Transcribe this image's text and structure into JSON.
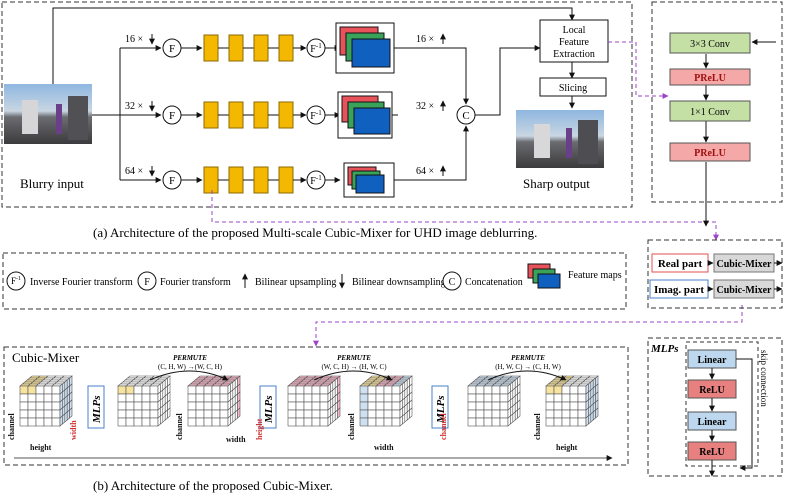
{
  "top": {
    "scales": [
      {
        "down": "16 ×",
        "up": "16 ×"
      },
      {
        "down": "32 ×",
        "up": "32 ×"
      },
      {
        "down": "64 ×",
        "up": "64 ×"
      }
    ],
    "fft": "F",
    "ifft": "F",
    "ifft_sup": "-1",
    "concat": "C",
    "local_feature": [
      "Local",
      "Feature",
      "Extraction"
    ],
    "slicing": "Slicing",
    "blurry_input": "Blurry input",
    "sharp_output": "Sharp output",
    "caption": "(a) Architecture of the proposed Multi-scale Cubic-Mixer for UHD image deblurring."
  },
  "right_block": {
    "conv3": "3×3 Conv",
    "prelu1": "PReLU",
    "conv1": "1×1 Conv",
    "prelu2": "PReLU"
  },
  "legend": {
    "ifft_label": "Inverse Fourier transform",
    "fft_label": "Fourier transform",
    "up_label": "Bilinear upsampling",
    "down_label": "Bilinear downsampling",
    "concat_label": "Concatenation",
    "feature_label": "Feature maps"
  },
  "parts": {
    "real": "Real part",
    "imag": "Imag. part",
    "mixer1": "Cubic-Mixer",
    "mixer2": "Cubic-Mixer"
  },
  "cubic": {
    "title": "Cubic-Mixer",
    "permute_word": "PERMUTE",
    "permutes": [
      "(C, H, W) →(W, C, H)",
      "(W, C, H) → (H, W, C)",
      "(H, W, C) → (C, H, W)"
    ],
    "mlps": "MLPs",
    "channel": "channel",
    "height": "height",
    "width": "width",
    "caption": "(b) Architecture of the proposed  Cubic-Mixer."
  },
  "mlp_block": {
    "title": "MLPs",
    "linear1": "Linear",
    "relu1": "ReLU",
    "linear2": "Linear",
    "relu2": "ReLU",
    "skip": "skip connection"
  },
  "colors": {
    "orange": "#f5b800",
    "green": "#c5e0a5",
    "pink": "#f4a9a8",
    "blue_box": "#bdd7ee",
    "red_box": "#e88080",
    "purple": "#9b45c8",
    "fm_red": "#e8525a",
    "fm_green": "#3aa35a",
    "fm_blue": "#1060c0"
  }
}
